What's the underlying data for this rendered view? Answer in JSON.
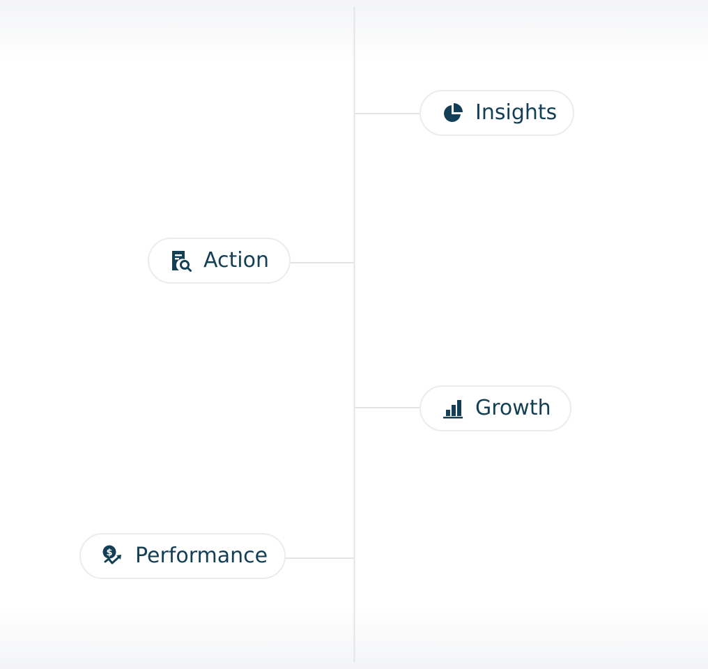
{
  "colors": {
    "text": "#123f55",
    "icon": "#123f55",
    "line": "#e3e4e6",
    "pill_border": "#ececee",
    "background": "#ffffff"
  },
  "nodes": [
    {
      "id": "insights",
      "label": "Insights",
      "icon": "pie-chart-icon",
      "side": "right"
    },
    {
      "id": "action",
      "label": "Action",
      "icon": "document-search-icon",
      "side": "left"
    },
    {
      "id": "growth",
      "label": "Growth",
      "icon": "bar-chart-icon",
      "side": "right"
    },
    {
      "id": "performance",
      "label": "Performance",
      "icon": "dollar-trend-icon",
      "side": "left"
    }
  ]
}
